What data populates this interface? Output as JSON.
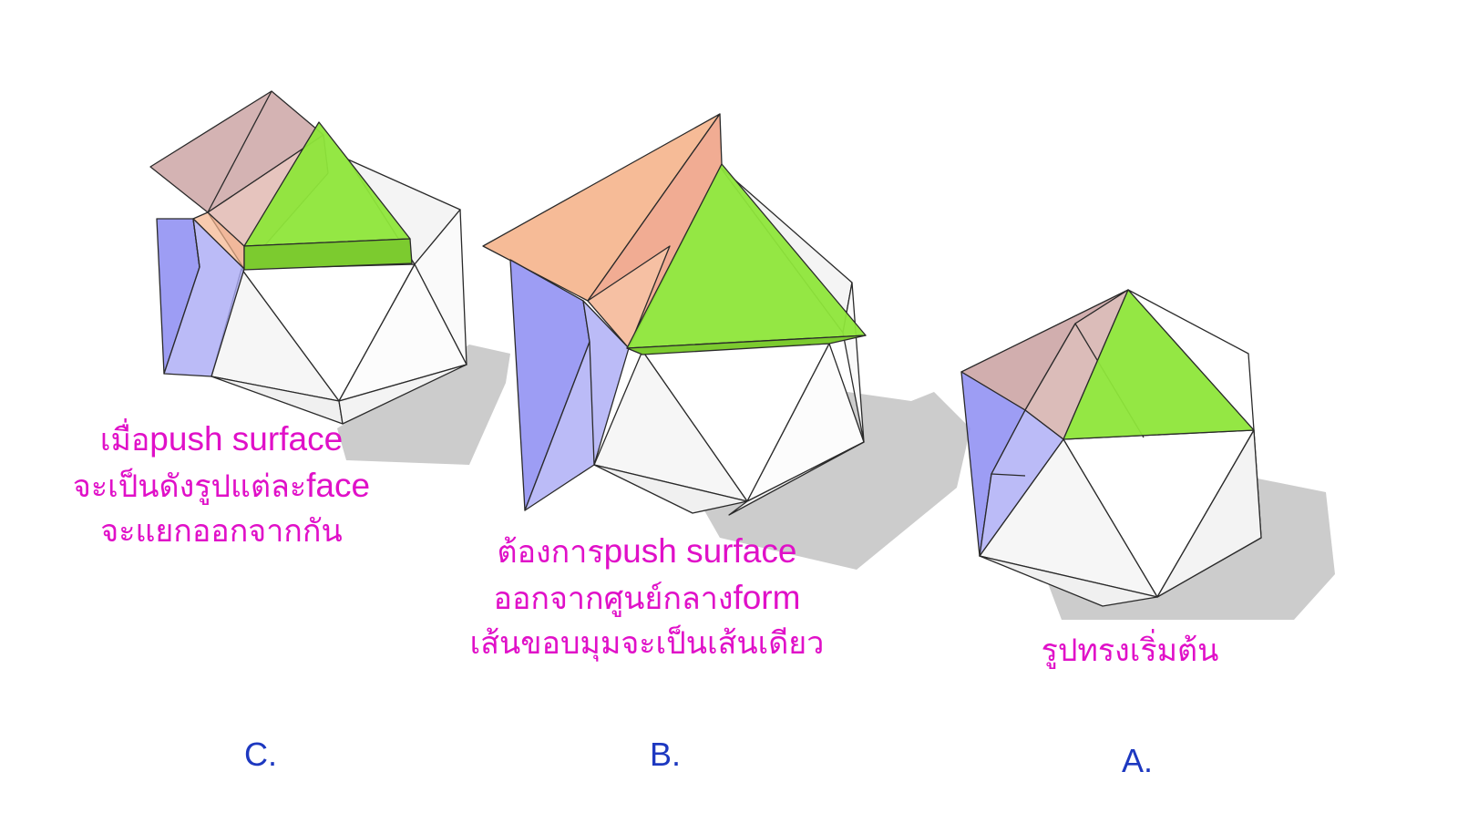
{
  "colors": {
    "caption": "#e010c8",
    "label": "#1d38c0",
    "green_face": "#8ee63a",
    "orange_face": "#f5b48c",
    "brown_face": "#c9a0a0",
    "blue_face": "#8c8cf2",
    "shadow": "#cccccc",
    "edge": "#2a2a2a"
  },
  "figures": {
    "c": {
      "label": "C.",
      "caption": {
        "line1_thai": "เมื่อ",
        "line1_latin": "push surface",
        "line2_thai": "จะเป็นดังรูปแต่ละ",
        "line2_latin": "face",
        "line3_thai": "จะแยกออกจากกัน"
      }
    },
    "b": {
      "label": "B.",
      "caption": {
        "line1_thai": "ต้องการ",
        "line1_latin": "push surface",
        "line2_thai": "ออกจากศูนย์กลาง",
        "line2_latin": "form",
        "line3_thai": "เส้นขอบมุมจะเป็นเส้นเดียว"
      }
    },
    "a": {
      "label": "A.",
      "caption": {
        "line1_thai": "รูปทรงเริ่มต้น"
      }
    }
  }
}
